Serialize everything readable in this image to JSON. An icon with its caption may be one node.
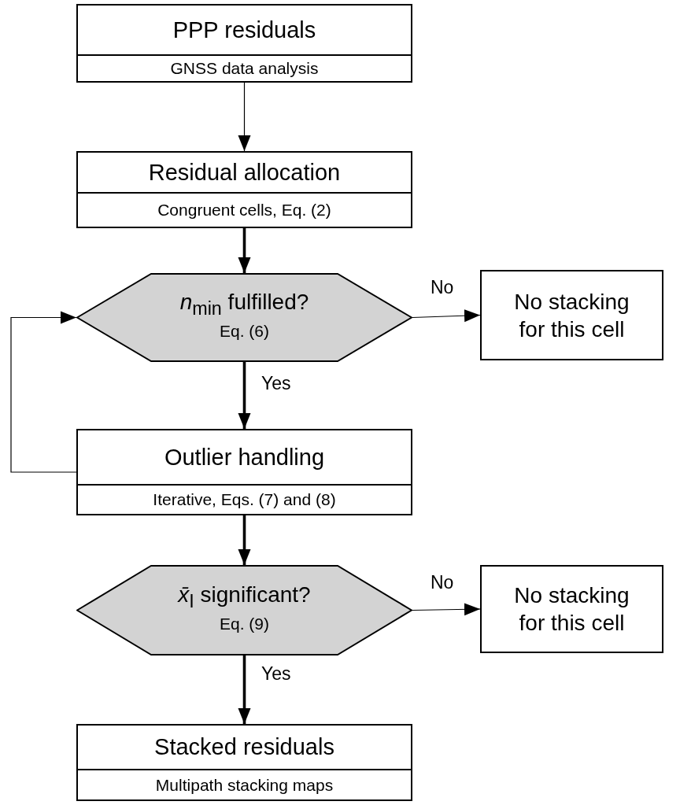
{
  "diagram": {
    "nodes": [
      {
        "text": [
          "PPP residuals",
          "GNSS data analysis"
        ]
      },
      {
        "text": [
          "Residual allocation",
          "Congruent cells, Eq. (2)"
        ]
      },
      {
        "text": [
          "*n*$_{min}$ fulfilled?",
          "Eq. (6)"
        ]
      },
      {
        "text": [
          "No stacking for this cell"
        ]
      },
      {
        "text": [
          "Outlier handling",
          "Iterative, Eqs. (7) and (8)"
        ]
      },
      {
        "text": [
          "*x̄*$_{I}$ significant?",
          "Eq. (9)"
        ]
      },
      {
        "text": [
          "No stacking for this cell"
        ]
      },
      {
        "text": [
          "Stacked residuals",
          "Multipath stacking maps"
        ]
      }
    ],
    "edges": [
      {
        "from": 0,
        "to": 1,
        "arrow": "to"
      },
      {
        "from": 1,
        "to": 2,
        "arrow": "to",
        "style": "thick"
      },
      {
        "from": 2,
        "to": 3,
        "arrow": "to",
        "label": "No"
      },
      {
        "from": 2,
        "to": 4,
        "arrow": "to",
        "label": "Yes",
        "style": "thick"
      },
      {
        "from": 4,
        "to": 2,
        "arrow": "to"
      },
      {
        "from": 4,
        "to": 5,
        "arrow": "to",
        "style": "thick"
      },
      {
        "from": 5,
        "to": 6,
        "arrow": "to",
        "label": "No"
      },
      {
        "from": 5,
        "to": 7,
        "arrow": "to",
        "label": "Yes",
        "style": "thick"
      }
    ]
  }
}
